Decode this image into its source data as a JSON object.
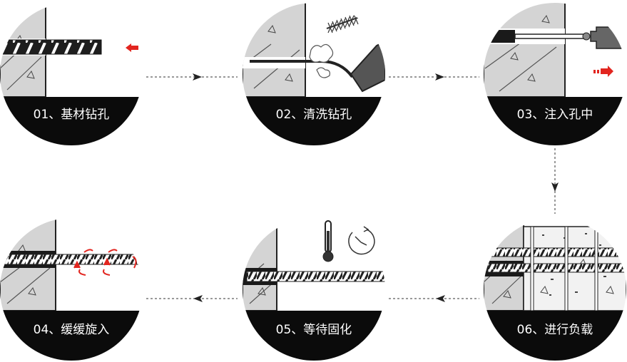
{
  "steps": [
    {
      "label": "01、基材钻孔",
      "illustration": "drill-bit-entering-concrete"
    },
    {
      "label": "02、清洗钻孔",
      "illustration": "brush-and-blower-cleaning-hole"
    },
    {
      "label": "03、注入孔中",
      "illustration": "injecting-adhesive-into-hole"
    },
    {
      "label": "04、缓缓旋入",
      "illustration": "rotating-rebar-into-hole"
    },
    {
      "label": "05、等待固化",
      "illustration": "thermometer-and-timer"
    },
    {
      "label": "06、进行负载",
      "illustration": "loaded-rebar-in-new-concrete"
    }
  ],
  "colors": {
    "circle_band": "#0b0b0b",
    "concrete": "#d4d4d4",
    "accent_red": "#e2251f",
    "connector": "#333333"
  }
}
